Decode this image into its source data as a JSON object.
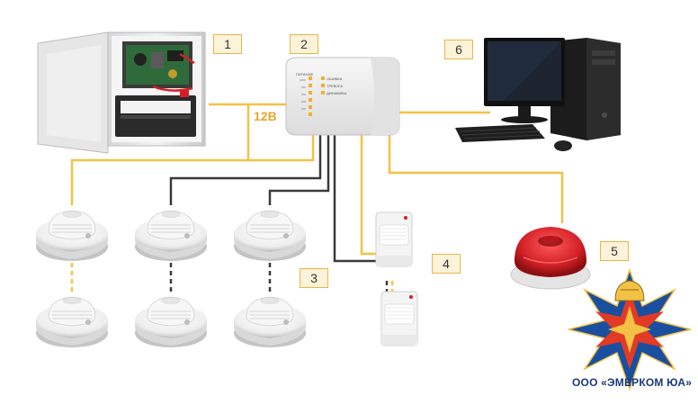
{
  "labels": {
    "psu": "1",
    "panel": "2",
    "smoke_detectors": "3",
    "motion_detectors": "4",
    "siren": "5",
    "computer": "6"
  },
  "voltage_label": "12В",
  "panel_indicators": [
    "ПИТАНИЕ",
    "ОШИБКА",
    "ТРЕВОГА",
    "ДИНАМИКА"
  ],
  "company_name": "ООО «ЭМЕРКОМ ЮА»",
  "colors": {
    "power_wire": "#f3c245",
    "signal_wire": "#3a3a3a",
    "label_bg": "#fdf3d9",
    "label_border": "#e8b54a",
    "siren_red": "#d21f26",
    "logo_blue": "#1a4fa0"
  }
}
